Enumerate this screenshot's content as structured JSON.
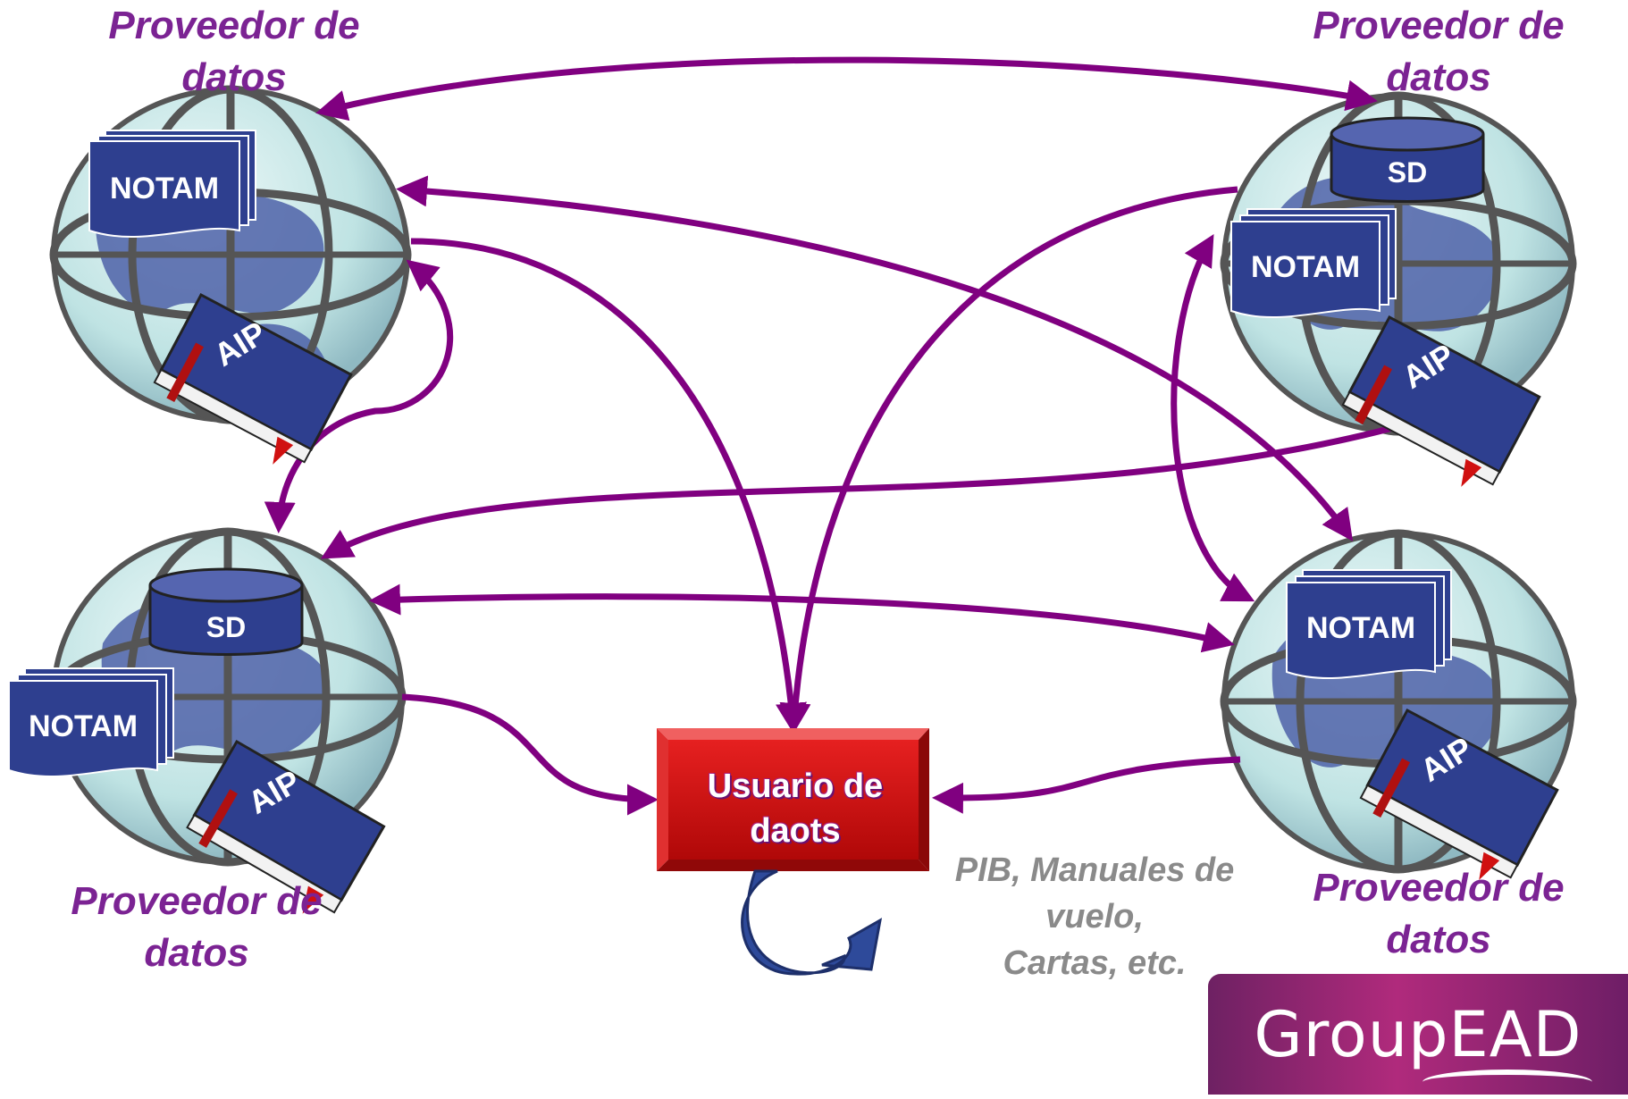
{
  "providers": [
    {
      "label": "Proveedor de\ndatos",
      "sd": "",
      "notam": "NOTAM",
      "aip": "AIP"
    },
    {
      "label": "Proveedor de\ndatos",
      "sd": "SD",
      "notam": "NOTAM",
      "aip": "AIP"
    },
    {
      "label": "Proveedor de\ndatos",
      "sd": "SD",
      "notam": "NOTAM",
      "aip": "AIP"
    },
    {
      "label": "Proveedor de\ndatos",
      "sd": "",
      "notam": "NOTAM",
      "aip": "AIP"
    }
  ],
  "user_box": {
    "label": "Usuario de\ndaots"
  },
  "output_note": "PIB, Manuales de\nvuelo,\nCartas, etc.",
  "logo": {
    "text": "GroupEAD"
  },
  "colors": {
    "arrow": "#800080",
    "label": "#7b2393",
    "doc_fill": "#2e3f8f",
    "globe_sea": "#c4e6e6",
    "globe_land": "#4d62a8",
    "user_box": "#d01010"
  }
}
